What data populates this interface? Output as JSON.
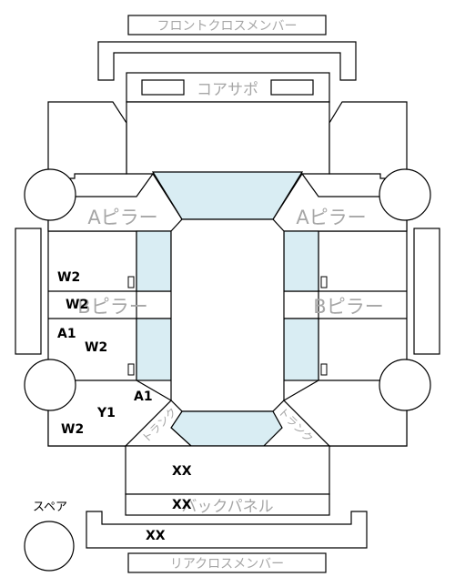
{
  "colors": {
    "outline": "#000000",
    "label_gray": "#a6a6a6",
    "glass": "#d9edf3",
    "background": "#ffffff"
  },
  "parts": {
    "front_cross_member": "フロントクロスメンバー",
    "core_support": "コアサポ",
    "a_pillar_left": "Aピラー",
    "a_pillar_right": "Aピラー",
    "b_pillar_left": "Bピラー",
    "b_pillar_right": "Bピラー",
    "trunk_left": "トランク",
    "trunk_right": "トランク",
    "back_panel": "バックパネル",
    "rear_cross_member": "リアクロスメンバー",
    "spare_tire": "スペア"
  },
  "marks": {
    "w2_left_front_door": "W2",
    "w2_b_pillar": "W2",
    "a1_left_sill": "A1",
    "w2_left_rear_door": "W2",
    "a1_rear_wheel": "A1",
    "y1_quarter": "Y1",
    "w2_quarter": "W2",
    "xx_trunk_floor": "XX",
    "xx_back_panel": "XX",
    "xx_rear_member": "XX"
  }
}
